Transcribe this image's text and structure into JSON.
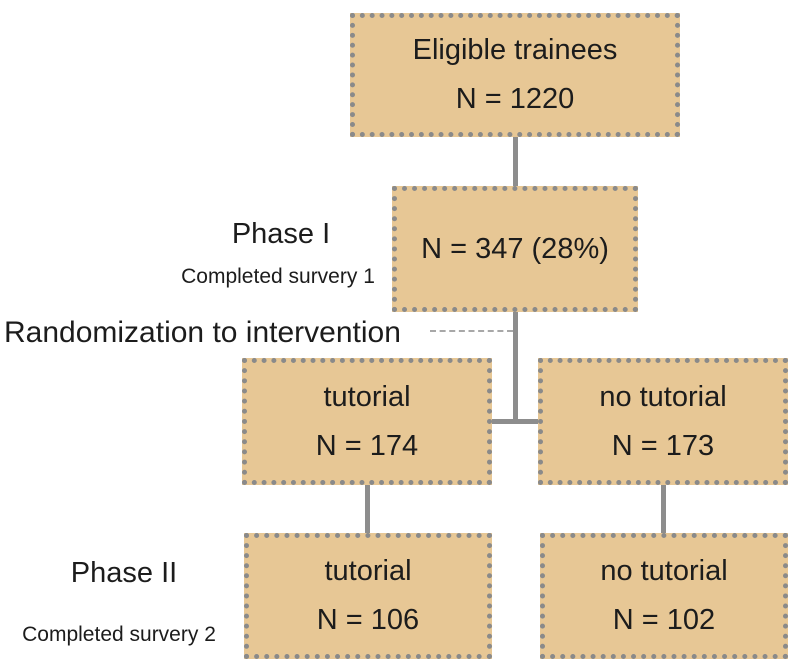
{
  "diagram": {
    "type": "flowchart",
    "background": "#ffffff",
    "colors": {
      "box_fill": "#e7c795",
      "box_border": "#8a8a8a",
      "connector": "#8d8d8d",
      "dashed_line": "#a8a8a8",
      "text": "#1c1c1c"
    },
    "boxes": [
      {
        "id": "eligible",
        "line1": "Eligible trainees",
        "line2": "N = 1220"
      },
      {
        "id": "phase1",
        "line1": "N = 347 (28%)",
        "line2": ""
      },
      {
        "id": "tutorial_mid",
        "line1": "tutorial",
        "line2": "N = 174"
      },
      {
        "id": "no_tutorial_mid",
        "line1": "no tutorial",
        "line2": "N = 173"
      },
      {
        "id": "tutorial_bot",
        "line1": "tutorial",
        "line2": "N = 106"
      },
      {
        "id": "no_tutorial_bot",
        "line1": "no tutorial",
        "line2": "N = 102"
      }
    ],
    "labels": {
      "phase1_title": "Phase I",
      "phase1_sub": "Completed survery 1",
      "randomization": "Randomization to intervention",
      "phase2_title": "Phase II",
      "phase2_sub": "Completed survery 2"
    }
  }
}
